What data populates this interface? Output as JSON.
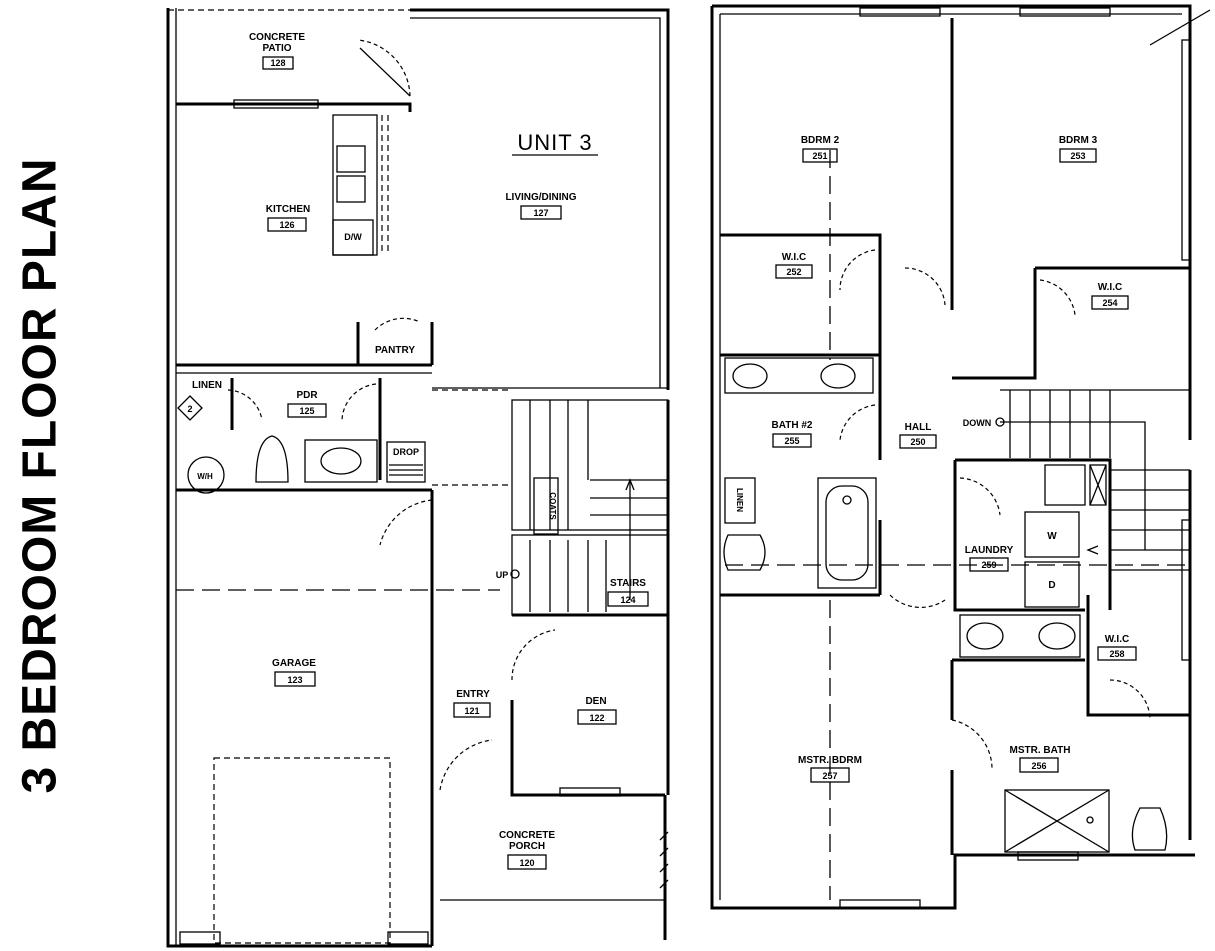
{
  "title": "3 BEDROOM FLOOR PLAN",
  "unit_label": "UNIT 3",
  "stair_labels": {
    "up": "UP",
    "down": "DOWN"
  },
  "fixtures": {
    "dishwasher": "D/W",
    "water_heater": "W/H",
    "washer": "W",
    "dryer": "D",
    "coats": "COATS",
    "linen_closet": "LINEN",
    "drop": "DROP",
    "linen_tag": "2"
  },
  "ground_floor": {
    "rooms": [
      {
        "name": "CONCRETE\nPATIO",
        "number": "128"
      },
      {
        "name": "KITCHEN",
        "number": "126"
      },
      {
        "name": "LIVING/DINING",
        "number": "127"
      },
      {
        "name": "PANTRY",
        "number": ""
      },
      {
        "name": "LINEN",
        "number": ""
      },
      {
        "name": "PDR",
        "number": "125"
      },
      {
        "name": "GARAGE",
        "number": "123"
      },
      {
        "name": "ENTRY",
        "number": "121"
      },
      {
        "name": "DEN",
        "number": "122"
      },
      {
        "name": "STAIRS",
        "number": "124"
      },
      {
        "name": "CONCRETE\nPORCH",
        "number": "120"
      }
    ]
  },
  "upper_floor": {
    "rooms": [
      {
        "name": "BDRM 2",
        "number": "251"
      },
      {
        "name": "BDRM 3",
        "number": "253"
      },
      {
        "name": "W.I.C",
        "number": "252"
      },
      {
        "name": "W.I.C",
        "number": "254"
      },
      {
        "name": "BATH #2",
        "number": "255"
      },
      {
        "name": "HALL",
        "number": "250"
      },
      {
        "name": "LAUNDRY",
        "number": "259"
      },
      {
        "name": "W.I.C",
        "number": "258"
      },
      {
        "name": "MSTR. BDRM",
        "number": "257"
      },
      {
        "name": "MSTR. BATH",
        "number": "256"
      }
    ]
  }
}
